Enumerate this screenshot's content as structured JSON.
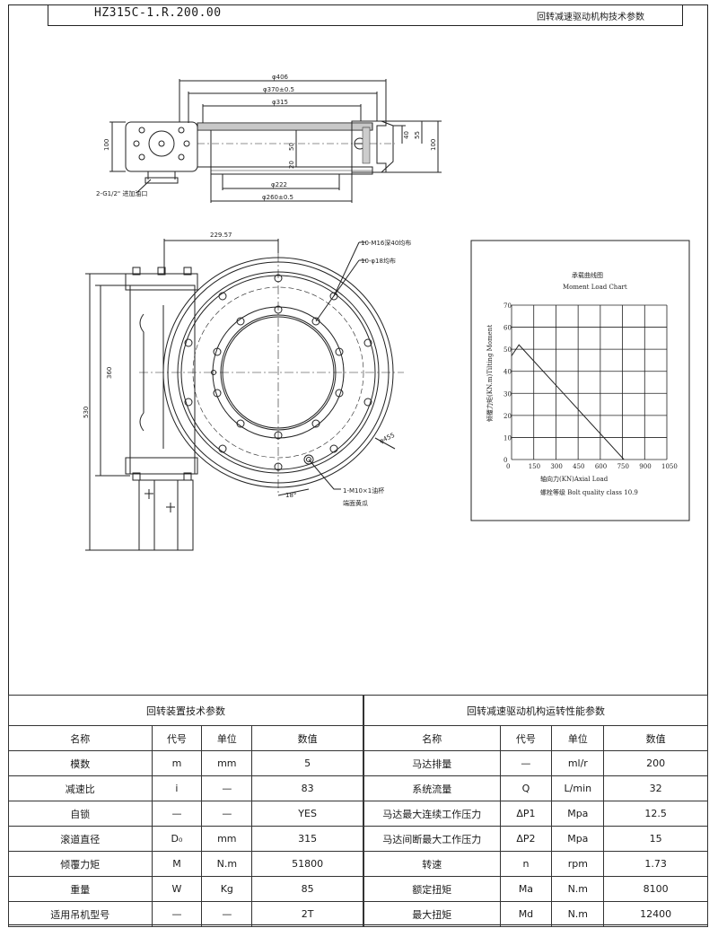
{
  "header": {
    "drawing_no": "HZ315C-1.R.200.00",
    "title": "回转减速驱动机构技术参数"
  },
  "drawing": {
    "side_view": {
      "dims": [
        "φ406",
        "φ370±0.5",
        "φ315",
        "φ222",
        "φ260±0.5",
        "100",
        "50",
        "20",
        "40",
        "55",
        "100"
      ],
      "note": "2-G1/2\" 进加油口"
    },
    "front_view": {
      "dims": [
        "229.57",
        "360",
        "530",
        "φ455",
        "18°"
      ],
      "notes": [
        "10-M16深40均布",
        "10-φ18均布",
        "1-M10×1油杯",
        "端面黄瓜"
      ]
    }
  },
  "chart_data": {
    "type": "line",
    "title": "承载曲线图",
    "subtitle": "Moment Load Chart",
    "xlabel": "轴向力(KN)Axial Load",
    "ylabel": "倾覆力矩(KN.m)Tilting Moment",
    "note": "螺栓等级 Bolt quality class 10.9",
    "x_ticks": [
      0,
      150,
      300,
      450,
      600,
      750,
      900,
      1050
    ],
    "y_ticks": [
      0,
      10,
      20,
      30,
      40,
      50,
      60,
      70
    ],
    "xlim": [
      0,
      1050
    ],
    "ylim": [
      0,
      70
    ],
    "grid": true,
    "series": [
      {
        "x": [
          0,
          50,
          760
        ],
        "y": [
          47,
          52,
          0
        ]
      }
    ]
  },
  "tables": {
    "left": {
      "title": "回转装置技术参数",
      "headers": [
        "名称",
        "代号",
        "单位",
        "数值"
      ],
      "rows": [
        [
          "模数",
          "m",
          "mm",
          "5"
        ],
        [
          "减速比",
          "i",
          "—",
          "83"
        ],
        [
          "自锁",
          "—",
          "—",
          "YES"
        ],
        [
          "滚道直径",
          "D₀",
          "mm",
          "315"
        ],
        [
          "倾覆力矩",
          "M",
          "N.m",
          "51800"
        ],
        [
          "重量",
          "W",
          "Kg",
          "85"
        ],
        [
          "适用吊机型号",
          "—",
          "—",
          "2T"
        ]
      ]
    },
    "right": {
      "title": "回转减速驱动机构运转性能参数",
      "headers": [
        "名称",
        "代号",
        "单位",
        "数值"
      ],
      "rows": [
        [
          "马达排量",
          "—",
          "ml/r",
          "200"
        ],
        [
          "系统流量",
          "Q",
          "L/min",
          "32"
        ],
        [
          "马达最大连续工作压力",
          "ΔP1",
          "Mpa",
          "12.5"
        ],
        [
          "马达间断最大工作压力",
          "ΔP2",
          "Mpa",
          "15"
        ],
        [
          "转速",
          "n",
          "rpm",
          "1.73"
        ],
        [
          "额定扭矩",
          "Ma",
          "N.m",
          "8100"
        ],
        [
          "最大扭矩",
          "Md",
          "N.m",
          "12400"
        ]
      ]
    }
  }
}
